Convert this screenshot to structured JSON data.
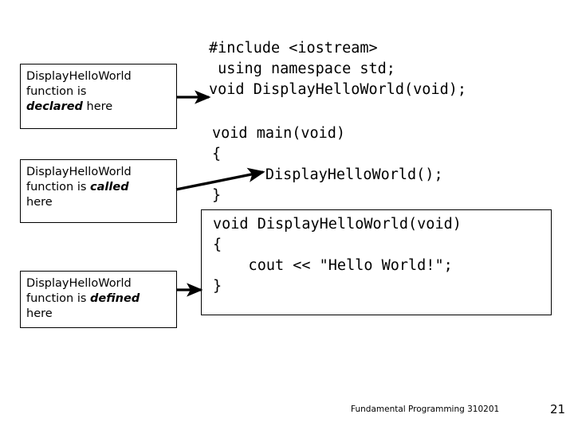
{
  "slide": {
    "annotations": [
      {
        "id": "declared",
        "line1": "DisplayHelloWorld",
        "line2_pre": "function is",
        "line2_em": "",
        "line3_em": "declared",
        "line3_post": " here"
      },
      {
        "id": "called",
        "line1": "DisplayHelloWorld",
        "line2_pre": "function is ",
        "line2_em": "called",
        "line3_em": "",
        "line3_post": "here"
      },
      {
        "id": "defined",
        "line1": "DisplayHelloWorld",
        "line2_pre": "function is ",
        "line2_em": "defined",
        "line3_em": "",
        "line3_post": "here"
      }
    ],
    "code_declaration": "#include <iostream>\n using namespace std;\nvoid DisplayHelloWorld(void);",
    "code_main": "void main(void)\n{\n      DisplayHelloWorld();\n}",
    "code_definition": "void DisplayHelloWorld(void)\n{\n    cout << \"Hello World!\";\n}",
    "footer": "Fundamental Programming 310201",
    "page_number": "21",
    "colors": {
      "background": "#ffffff",
      "ink": "#000000"
    }
  }
}
